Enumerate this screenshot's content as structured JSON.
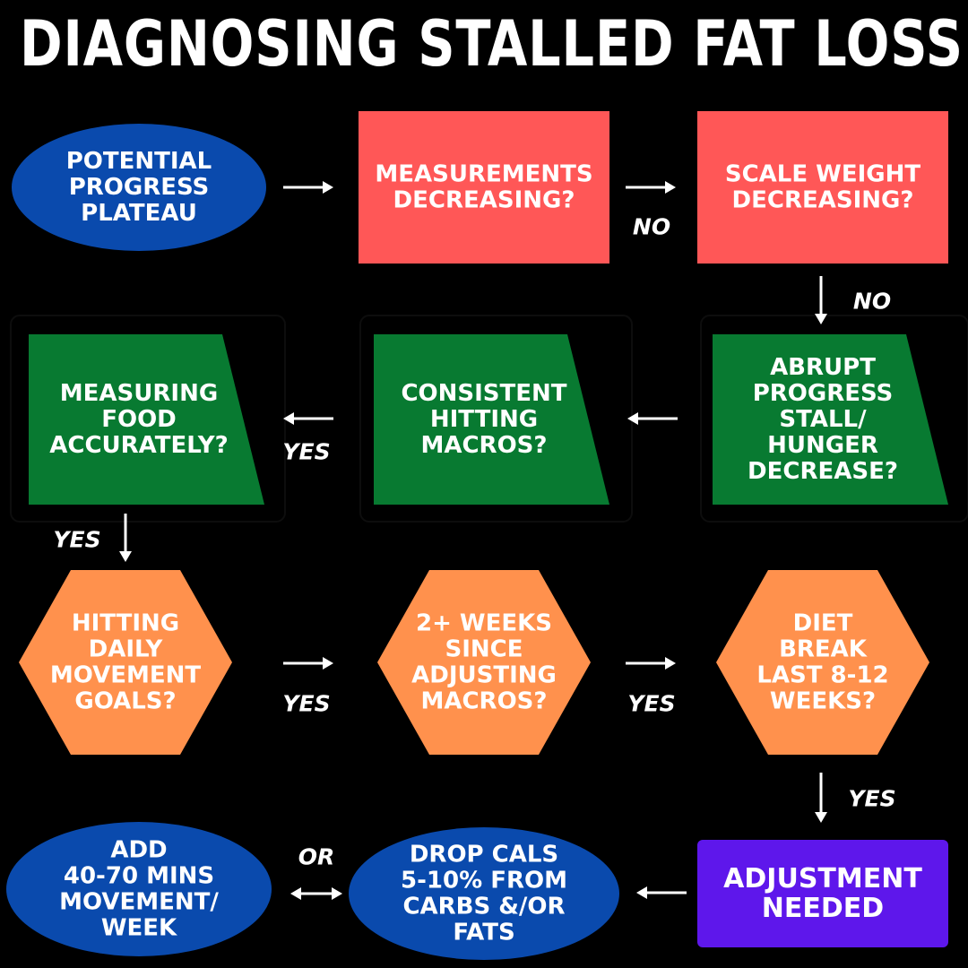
{
  "title": "DIAGNOSING STALLED FAT LOSS",
  "colors": {
    "background": "#000000",
    "blue": "#0a4aad",
    "red": "#ff5757",
    "green": "#087a31",
    "orange": "#ff914d",
    "purple": "#5e17eb",
    "text": "#ffffff"
  },
  "nodes": {
    "start": {
      "shape": "ellipse",
      "color": "blue",
      "lines": [
        "POTENTIAL",
        "PROGRESS",
        "PLATEAU"
      ]
    },
    "measurements": {
      "shape": "rectangle",
      "color": "red",
      "lines": [
        "MEASUREMENTS",
        "DECREASING?"
      ]
    },
    "scale": {
      "shape": "rectangle",
      "color": "red",
      "lines": [
        "SCALE WEIGHT",
        "DECREASING?"
      ]
    },
    "abrupt": {
      "shape": "trapezoid",
      "color": "green",
      "lines": [
        "ABRUPT",
        "PROGRESS",
        "STALL/",
        "HUNGER",
        "DECREASE?"
      ]
    },
    "consistent": {
      "shape": "trapezoid",
      "color": "green",
      "lines": [
        "CONSISTENT",
        "HITTING",
        "MACROS?"
      ]
    },
    "measuring": {
      "shape": "trapezoid",
      "color": "green",
      "lines": [
        "MEASURING",
        "FOOD",
        "ACCURATELY?"
      ]
    },
    "movement_goals": {
      "shape": "hexagon",
      "color": "orange",
      "lines": [
        "HITTING",
        "DAILY",
        "MOVEMENT",
        "GOALS?"
      ]
    },
    "weeks": {
      "shape": "hexagon",
      "color": "orange",
      "lines": [
        "2+ WEEKS",
        "SINCE",
        "ADJUSTING",
        "MACROS?"
      ]
    },
    "diet_break": {
      "shape": "hexagon",
      "color": "orange",
      "lines": [
        "DIET",
        "BREAK",
        "LAST 8-12",
        "WEEKS?"
      ]
    },
    "adjustment": {
      "shape": "rounded-rectangle",
      "color": "purple",
      "lines": [
        "ADJUSTMENT",
        "NEEDED"
      ]
    },
    "drop_cals": {
      "shape": "ellipse",
      "color": "blue",
      "lines": [
        "DROP CALS",
        "5-10% FROM",
        "CARBS &/OR",
        "FATS"
      ]
    },
    "add_movement": {
      "shape": "ellipse",
      "color": "blue",
      "lines": [
        "ADD",
        "40-70 MINS",
        "MOVEMENT/",
        "WEEK"
      ]
    }
  },
  "edges": [
    {
      "from": "start",
      "to": "measurements",
      "label": ""
    },
    {
      "from": "measurements",
      "to": "scale",
      "label": "NO"
    },
    {
      "from": "scale",
      "to": "abrupt",
      "label": "NO"
    },
    {
      "from": "abrupt",
      "to": "consistent",
      "label": ""
    },
    {
      "from": "consistent",
      "to": "measuring",
      "label": "YES"
    },
    {
      "from": "measuring",
      "to": "movement_goals",
      "label": "YES"
    },
    {
      "from": "movement_goals",
      "to": "weeks",
      "label": "YES"
    },
    {
      "from": "weeks",
      "to": "diet_break",
      "label": "YES"
    },
    {
      "from": "diet_break",
      "to": "adjustment",
      "label": "YES"
    },
    {
      "from": "adjustment",
      "to": "drop_cals",
      "label": ""
    },
    {
      "from": "drop_cals",
      "to": "add_movement",
      "label": "OR",
      "bidirectional": true
    }
  ]
}
